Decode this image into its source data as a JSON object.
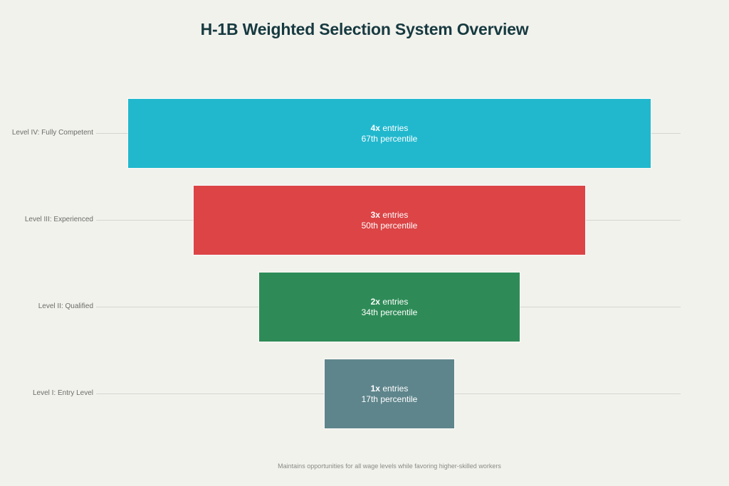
{
  "title": "H-1B Weighted Selection System Overview",
  "footer": "Maintains opportunities for all wage levels while favoring higher-skilled workers",
  "levels": [
    {
      "label": "Level IV: Fully Competent",
      "multiplier": "4x",
      "entries_word": "entries",
      "percentile": "67th percentile",
      "color": "#21b8ce"
    },
    {
      "label": "Level III: Experienced",
      "multiplier": "3x",
      "entries_word": "entries",
      "percentile": "50th percentile",
      "color": "#dc4446"
    },
    {
      "label": "Level II: Qualified",
      "multiplier": "2x",
      "entries_word": "entries",
      "percentile": "34th percentile",
      "color": "#2e8b57"
    },
    {
      "label": "Level I: Entry Level",
      "multiplier": "1x",
      "entries_word": "entries",
      "percentile": "17th percentile",
      "color": "#5e858c"
    }
  ],
  "chart_data": {
    "type": "bar",
    "subtype": "funnel",
    "title": "H-1B Weighted Selection System Overview",
    "categories": [
      "Level IV: Fully Competent",
      "Level III: Experienced",
      "Level II: Qualified",
      "Level I: Entry Level"
    ],
    "values": [
      4,
      3,
      2,
      1
    ],
    "value_labels": [
      "4x entries",
      "3x entries",
      "2x entries",
      "1x entries"
    ],
    "percentiles": [
      "67th percentile",
      "50th percentile",
      "34th percentile",
      "17th percentile"
    ],
    "colors": [
      "#21b8ce",
      "#dc4446",
      "#2e8b57",
      "#5e858c"
    ],
    "annotation": "Maintains opportunities for all wage levels while favoring higher-skilled workers",
    "xlabel": "",
    "ylabel": "",
    "grid": true,
    "legend": "none"
  }
}
